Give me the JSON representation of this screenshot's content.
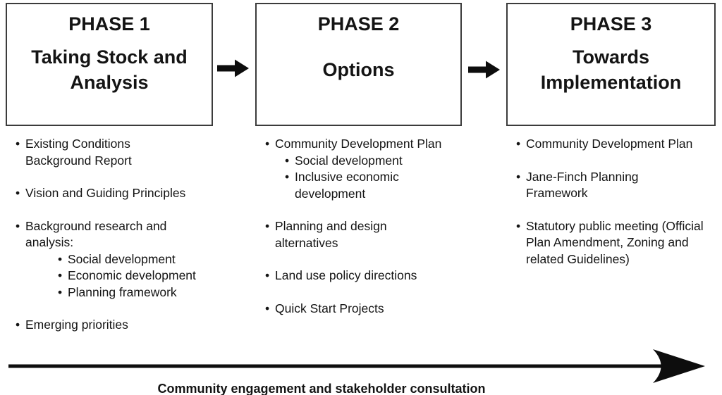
{
  "phases": [
    {
      "title": "PHASE 1",
      "subtitle": "Taking Stock and\nAnalysis",
      "items": [
        {
          "text": "Existing Conditions\nBackground Report"
        },
        {
          "text": "Vision and Guiding Principles"
        },
        {
          "text": "Background research and\nanalysis:",
          "subitems": [
            "Social development",
            "Economic development",
            "Planning framework"
          ]
        },
        {
          "text": "Emerging priorities"
        }
      ]
    },
    {
      "title": "PHASE 2",
      "subtitle": "Options",
      "items": [
        {
          "text": "Community Development Plan",
          "subitems": [
            "Social development",
            "Inclusive economic\ndevelopment"
          ]
        },
        {
          "text": "Planning and design\nalternatives"
        },
        {
          "text": "Land use policy directions"
        },
        {
          "text": "Quick Start Projects"
        }
      ]
    },
    {
      "title": "PHASE 3",
      "subtitle": "Towards\nImplementation",
      "items": [
        {
          "text": "Community Development Plan"
        },
        {
          "text": "Jane-Finch Planning\nFramework"
        },
        {
          "text": "Statutory public meeting (Official\nPlan Amendment, Zoning and\nrelated Guidelines)"
        }
      ]
    }
  ],
  "bottom": {
    "label": "Community engagement and stakeholder consultation"
  },
  "icons": {
    "flow_arrow": "right-arrow",
    "timeline_arrow": "long-right-arrow"
  },
  "colors": {
    "ink": "#141414",
    "border": "#3c3c3c",
    "arrow": "#0d0d0d",
    "background": "#ffffff"
  }
}
